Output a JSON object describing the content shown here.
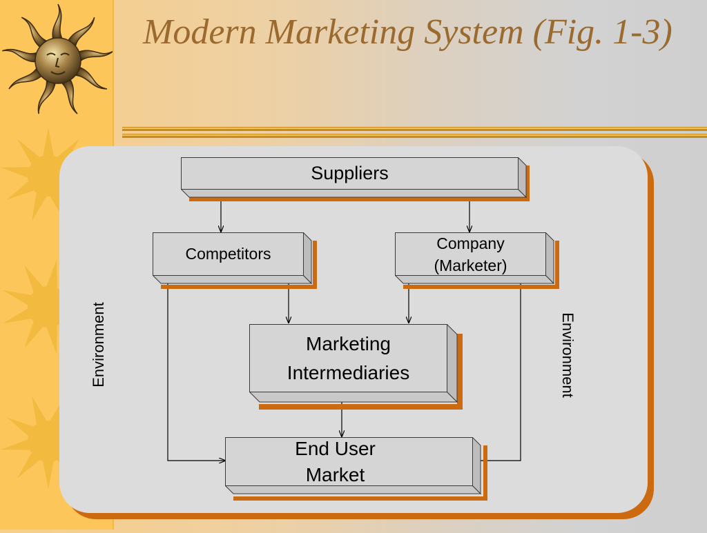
{
  "slide": {
    "title": "Modern Marketing System (Fig. 1-3)"
  },
  "colors": {
    "sidebar": "#fdc65b",
    "title_text": "#9b6a2f",
    "rule_gold": "#d79a2c",
    "panel": "#dcdcdc",
    "panel_shadow": "#cc6a10",
    "box_face": "#d5d5d5"
  },
  "diagram": {
    "nodes": {
      "suppliers": "Suppliers",
      "competitors": "Competitors",
      "company_line1": "Company",
      "company_line2": "(Marketer)",
      "intermediaries_line1": "Marketing",
      "intermediaries_line2": "Intermediaries",
      "end_user_line1": "End User",
      "end_user_line2": "Market"
    },
    "left_label": "Environment",
    "right_label": "Environment",
    "edges": [
      [
        "Suppliers",
        "Competitors"
      ],
      [
        "Suppliers",
        "Company (Marketer)"
      ],
      [
        "Competitors",
        "Marketing Intermediaries"
      ],
      [
        "Company (Marketer)",
        "Marketing Intermediaries"
      ],
      [
        "Marketing Intermediaries",
        "End User Market"
      ],
      [
        "Competitors",
        "End User Market"
      ],
      [
        "Company (Marketer)",
        "End User Market"
      ]
    ]
  },
  "icons": [
    "sun-icon"
  ]
}
